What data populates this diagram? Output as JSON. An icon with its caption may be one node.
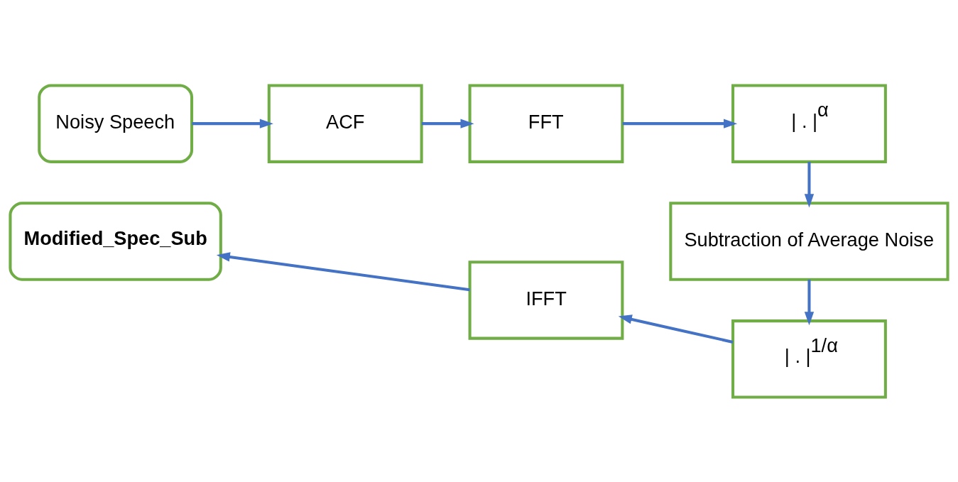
{
  "diagram": {
    "nodes": [
      {
        "text": [
          "Noisy Speech"
        ]
      },
      {
        "text": [
          "ACF"
        ]
      },
      {
        "text": [
          "FFT"
        ]
      },
      {
        "text": [
          "| . |$^{α}$"
        ]
      },
      {
        "text": [
          "Subtraction of Average Noise"
        ]
      },
      {
        "text": [
          "| . |$^{1/α}$"
        ]
      },
      {
        "text": [
          "IFFT"
        ]
      },
      {
        "text": [
          "Modified_Spec_Sub"
        ]
      }
    ],
    "edges": [
      {
        "from": 0,
        "to": 1,
        "arrow": "to"
      },
      {
        "from": 1,
        "to": 2,
        "arrow": "to"
      },
      {
        "from": 2,
        "to": 3,
        "arrow": "to"
      },
      {
        "from": 3,
        "to": 4,
        "arrow": "to"
      },
      {
        "from": 4,
        "to": 5,
        "arrow": "to"
      },
      {
        "from": 5,
        "to": 6,
        "arrow": "to"
      },
      {
        "from": 6,
        "to": 7,
        "arrow": "to"
      }
    ]
  }
}
